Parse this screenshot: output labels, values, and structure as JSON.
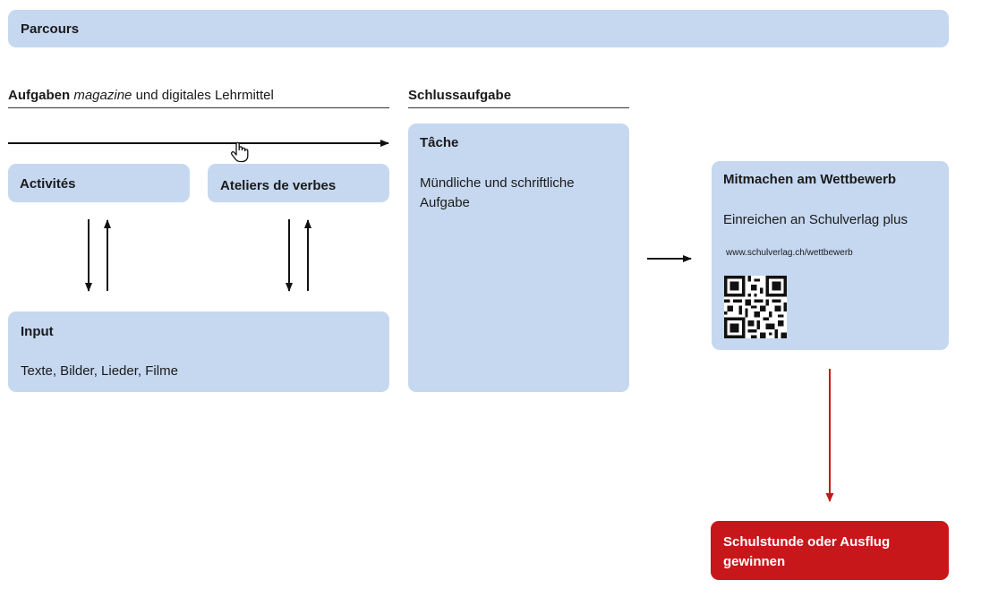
{
  "header": {
    "title": "Parcours"
  },
  "section_left": {
    "title_bold": "Aufgaben",
    "title_italic": "magazine",
    "title_rest": "und digitales Lehrmittel"
  },
  "section_middle": {
    "title": "Schlussaufgabe"
  },
  "activites": {
    "title": "Activités"
  },
  "ateliers": {
    "title": "Ateliers de verbes"
  },
  "input": {
    "title": "Input",
    "text": "Texte, Bilder, Lieder, Filme"
  },
  "tache": {
    "title": "Tâche",
    "text_line1": "Mündliche und schriftliche",
    "text_line2": "Aufgabe"
  },
  "wettbewerb": {
    "title": "Mitmachen am Wettbewerb",
    "text": "Einreichen an Schulverlag plus",
    "url": "www.schulverlag.ch/wettbewerb"
  },
  "prize": {
    "line1": "Schulstunde oder Ausflug",
    "line2": "gewinnen"
  },
  "colors": {
    "box": "#c6d8f0",
    "accent_red": "#c8171b",
    "arrow": "#111111"
  },
  "icons": {
    "cursor": "hand-cursor-icon",
    "qr": "qr-code-icon"
  }
}
